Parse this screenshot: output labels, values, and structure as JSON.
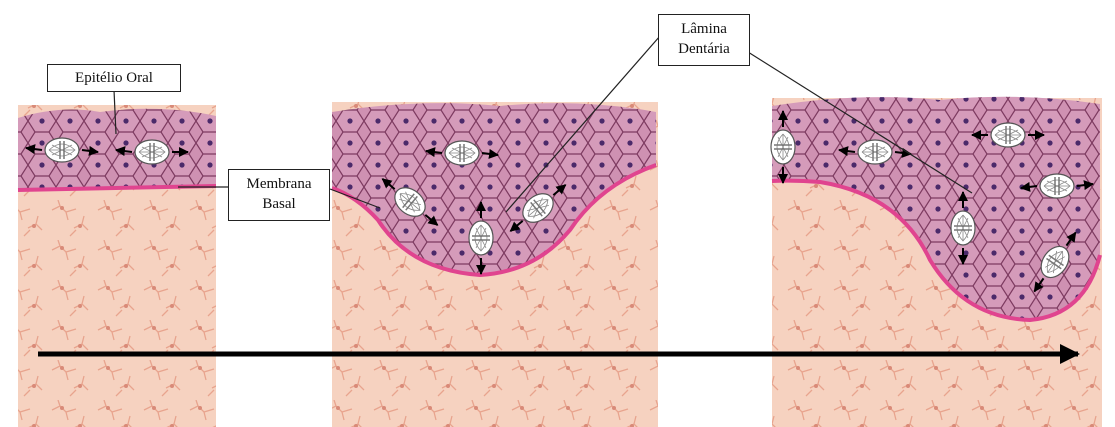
{
  "labels": {
    "oral_epithelium": "Epitélio Oral",
    "basal_membrane_line1": "Membrana",
    "basal_membrane_line2": "Basal",
    "dental_lamina_line1": "Lâmina",
    "dental_lamina_line2": "Dentária"
  },
  "colors": {
    "epithelium": "#c98aab",
    "epithelium_cell_border": "#7d3a60",
    "cell_nucleus": "#4b2a6a",
    "basal_membrane": "#e0448f",
    "connective_tissue": "#f4c8b2",
    "fibroblast": "#e59a84",
    "arrow": "#000000"
  },
  "icons": [
    "mitotic-cell-icon",
    "double-arrow-icon"
  ]
}
